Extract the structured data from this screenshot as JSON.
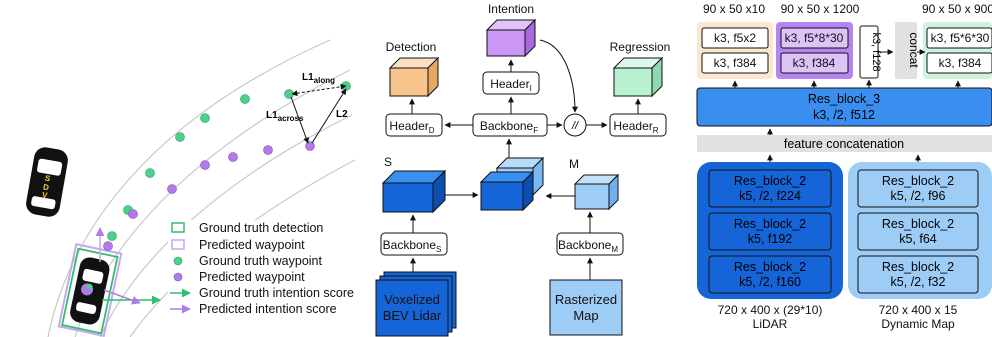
{
  "colors": {
    "gt_waypoint": "#4dd08c",
    "pred_waypoint": "#b07be8",
    "gt_detection": "#2fbf6a",
    "pred_box": "#c9a6ef",
    "deep_blue": "#1565d8",
    "mid_blue": "#3a8ef0",
    "light_blue": "#9dccf6",
    "detection_header": "#f7c48b",
    "intention_header": "#cc97f4",
    "regression_header": "#b9f2d1",
    "peach_bg": "#fbe7d0",
    "purple_bg": "#b684ee",
    "green_bg": "#cdf3de",
    "gray_bar": "#e1e1e1"
  },
  "left_panel": {
    "l1_along_main": "L1",
    "l1_along_sub": "along",
    "l1_across_main": "L1",
    "l1_across_sub": "across",
    "l2": "L2",
    "sdv": [
      "S",
      "D",
      "V"
    ],
    "legend": [
      {
        "icon": "gt-detection-box",
        "label": "Ground truth detection"
      },
      {
        "icon": "predicted-box",
        "label": "Predicted waypoint"
      },
      {
        "icon": "gt-waypoint-dot",
        "label": "Ground truth waypoint"
      },
      {
        "icon": "predicted-waypoint-dot",
        "label": "Predicted waypoint"
      },
      {
        "icon": "gt-intention-arrow",
        "label": "Ground truth intention score"
      },
      {
        "icon": "predicted-intention-arrow",
        "label": "Predicted intention score"
      }
    ]
  },
  "middle_panel": {
    "detection": "Detection",
    "intention": "Intention",
    "regression": "Regression",
    "header": "Header",
    "header_d_sub": "D",
    "header_i_sub": "I",
    "header_r_sub": "R",
    "backbone": "Backbone",
    "backbone_f_sub": "F",
    "backbone_s_sub": "S",
    "backbone_m_sub": "M",
    "concat_symbol": "//",
    "s_label": "S",
    "m_label": "M",
    "lidar_line1": "Voxelized",
    "lidar_line2": "BEV Lidar",
    "map_line1": "Rasterized",
    "map_line2": "Map"
  },
  "right_panel": {
    "dims_top": [
      "90 x 50 x10",
      "90 x 50 x 1200",
      "90 x 50 x 900"
    ],
    "peach_rows": [
      "k3, f5x2",
      "k3, f384"
    ],
    "purple_rows": [
      "k3, f5*8*30",
      "k3, f384"
    ],
    "green_rows": [
      "k3, f5*6*30",
      "k3, f384"
    ],
    "k3_f128": "k3, f128",
    "concat": "concat",
    "res3_title": "Res_block_3",
    "res3_sub": "k3, /2, f512",
    "feature_concat": "feature concatenation",
    "lidar_blocks": [
      {
        "name": "Res_block_2",
        "params": "k5, /2, f224"
      },
      {
        "name": "Res_block_2",
        "params": "k5, f192"
      },
      {
        "name": "Res_block_2",
        "params": "k5, /2, f160"
      }
    ],
    "map_blocks": [
      {
        "name": "Res_block_2",
        "params": "k5, /2, f96"
      },
      {
        "name": "Res_block_2",
        "params": "k5, f64"
      },
      {
        "name": "Res_block_2",
        "params": "k5, /2, f32"
      }
    ],
    "lidar_dim": "720 x 400 x (29*10)",
    "lidar_name": "LiDAR",
    "map_dim": "720 x 400 x 15",
    "map_name": "Dynamic Map"
  }
}
